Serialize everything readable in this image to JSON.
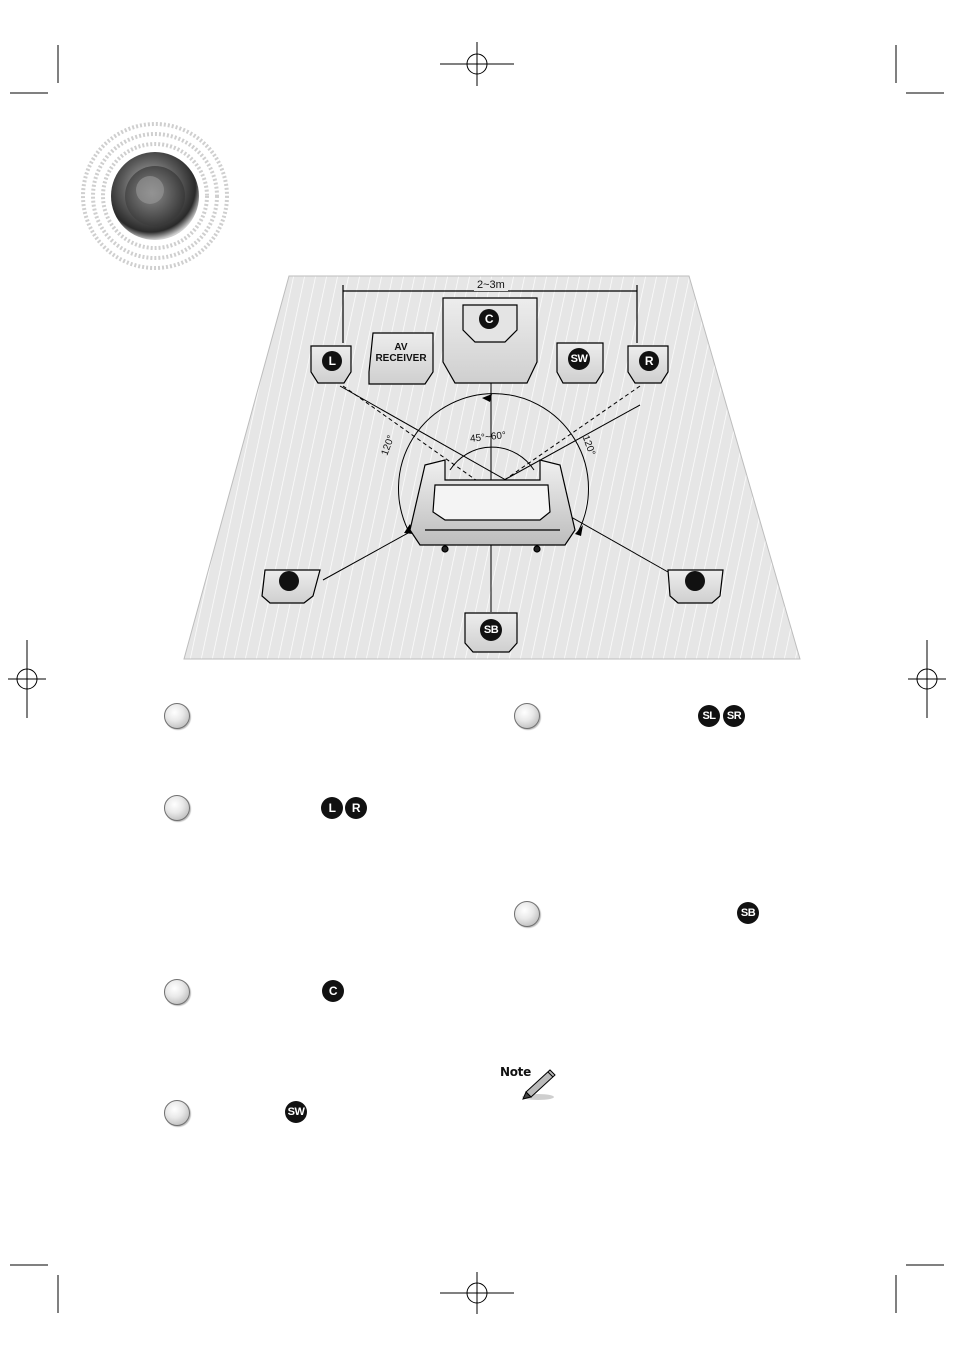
{
  "diagram": {
    "distance_label": "2~3m",
    "receiver_label_line1": "AV",
    "receiver_label_line2": "RECEIVER",
    "angle_center_label": "45°~60°",
    "angle_left_label": "120°",
    "angle_right_label": "120°",
    "speakers": {
      "center": "C",
      "left": "L",
      "right": "R",
      "subwoofer": "SW",
      "surround_back": "SB"
    }
  },
  "sections": {
    "front_lr_badges": [
      "L",
      "R"
    ],
    "center_badge": "C",
    "subwoofer_badge": "SW",
    "surround_badges": [
      "SL",
      "SR"
    ],
    "surround_back_badge": "SB"
  },
  "note": {
    "label": "Note"
  },
  "colors": {
    "floor": "#e6e6e6",
    "badge": "#111111"
  }
}
